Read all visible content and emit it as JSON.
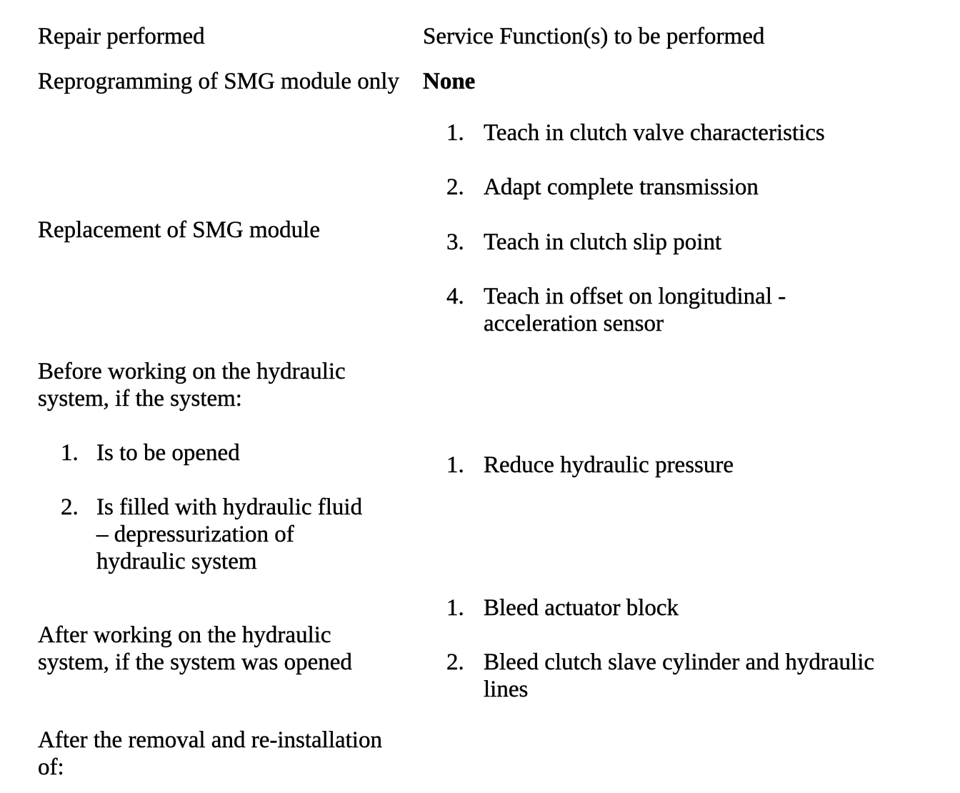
{
  "table": {
    "header": {
      "repair_col": "Repair performed",
      "service_col": "Service Function(s) to be performed"
    },
    "rows": [
      {
        "repair": "Reprogramming of SMG module only",
        "service_text": "None"
      },
      {
        "repair": "Replacement of SMG module",
        "service_items": [
          {
            "n": "1.",
            "t": "Teach in clutch valve characteristics"
          },
          {
            "n": "2.",
            "t": "Adapt complete transmission"
          },
          {
            "n": "3.",
            "t": "Teach in clutch slip point"
          },
          {
            "n": "4.",
            "t": "Teach in offset on longitudinal -acceleration sensor"
          }
        ]
      },
      {
        "repair": "Before working on the hydraulic system, if the system:",
        "repair_items": [
          {
            "n": "1.",
            "t": "Is to be opened"
          },
          {
            "n": "2.",
            "t": "Is filled with hydraulic fluid – depressurization of hydraulic system"
          }
        ],
        "service_items": [
          {
            "n": "1.",
            "t": "Reduce hydraulic pressure"
          }
        ]
      },
      {
        "repair": "After working on the hydraulic system, if the system was opened",
        "service_items": [
          {
            "n": "1.",
            "t": "Bleed actuator block"
          },
          {
            "n": "2.",
            "t": "Bleed clutch slave cylinder and hydraulic lines"
          }
        ]
      },
      {
        "repair": "After the removal and re-installation of:"
      }
    ]
  }
}
